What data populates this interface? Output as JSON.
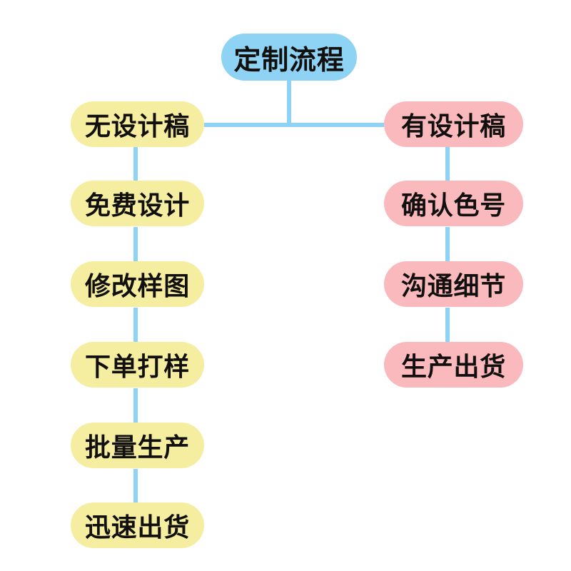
{
  "diagram": {
    "type": "flowchart",
    "title": "定制流程",
    "orientation": "top-down-two-branch",
    "background_color": "#ffffff",
    "connector_color": "#8ed2f4",
    "root": {
      "label": "定制流程",
      "fill_color": "#8ed2f4",
      "text_color": "#12100e"
    },
    "branches": [
      {
        "name": "left-branch",
        "fill_color": "#f5eda0",
        "text_color": "#12100e",
        "steps": [
          {
            "label": "无设计稿"
          },
          {
            "label": "免费设计"
          },
          {
            "label": "修改样图"
          },
          {
            "label": "下单打样"
          },
          {
            "label": "批量生产"
          },
          {
            "label": "迅速出货"
          }
        ]
      },
      {
        "name": "right-branch",
        "fill_color": "#f9b9bd",
        "text_color": "#12100e",
        "steps": [
          {
            "label": "有设计稿"
          },
          {
            "label": "确认色号"
          },
          {
            "label": "沟通细节"
          },
          {
            "label": "生产出货"
          }
        ]
      }
    ]
  }
}
